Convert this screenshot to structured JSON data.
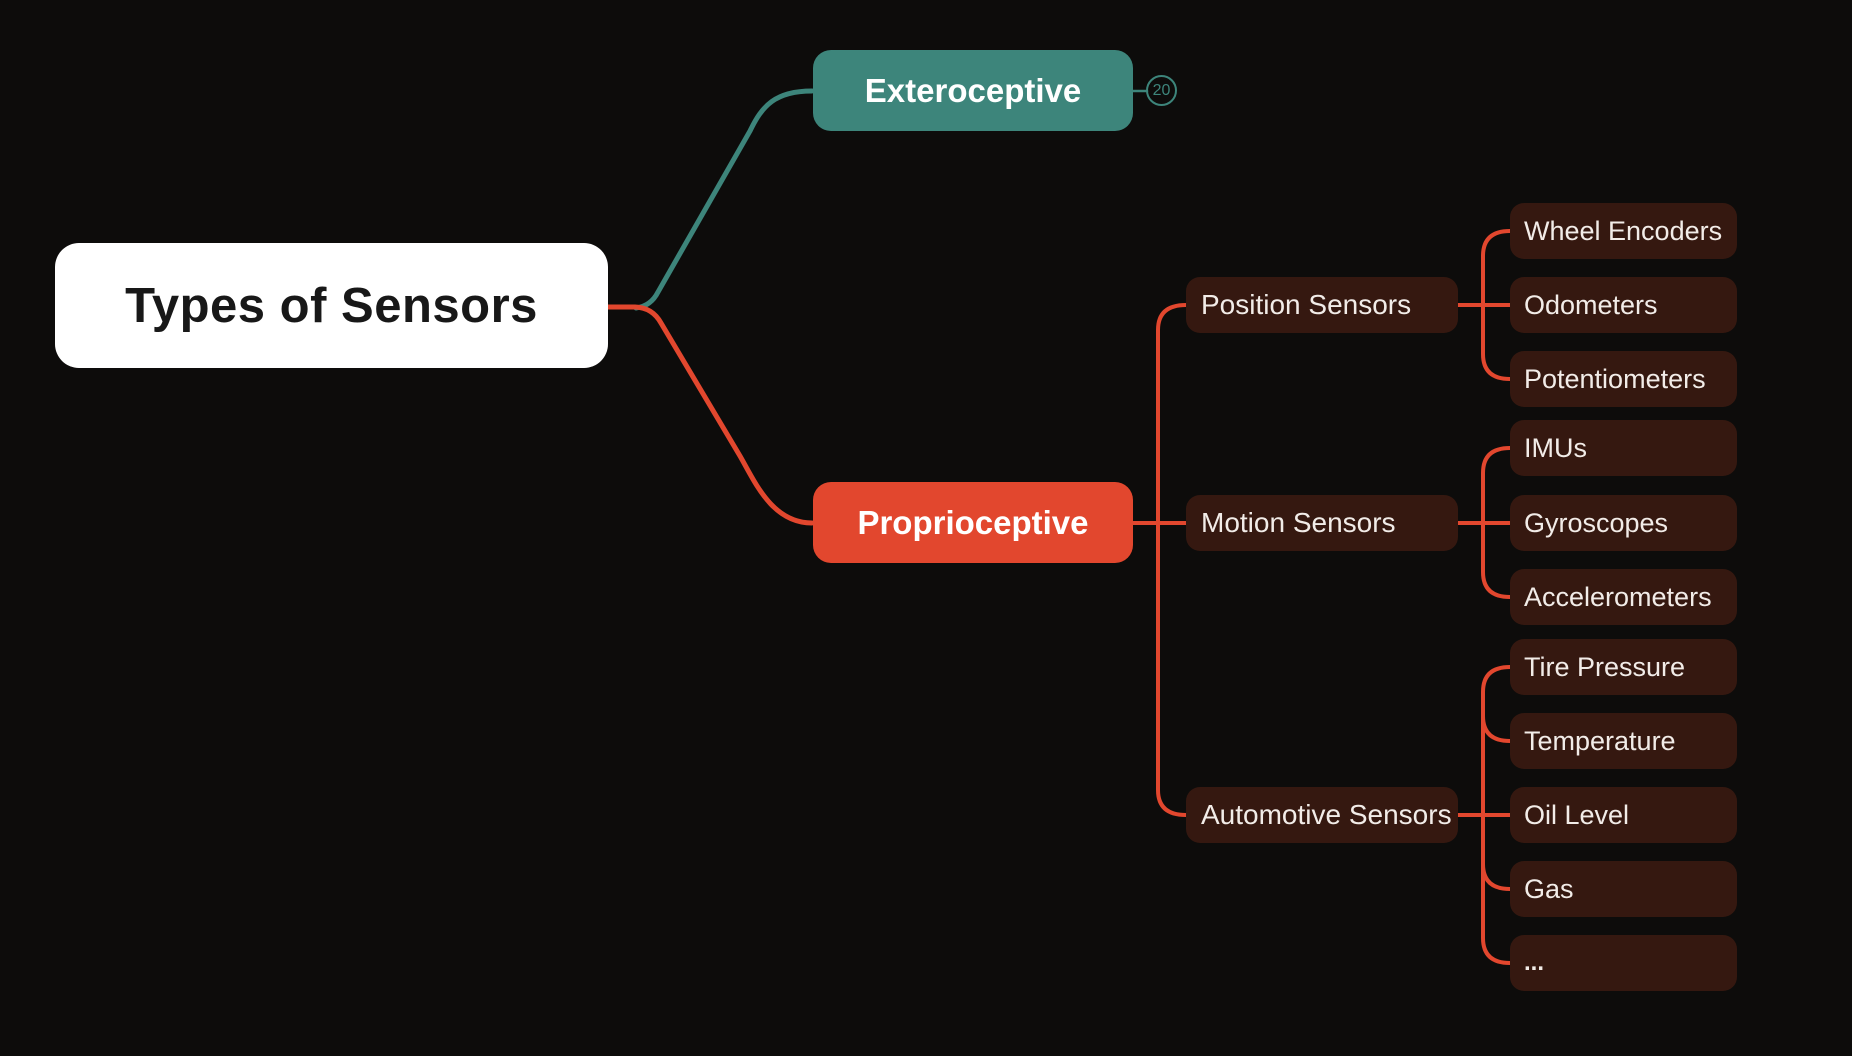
{
  "colors": {
    "background": "#0d0c0b",
    "root_bg": "#ffffff",
    "root_text": "#181818",
    "exteroceptive_branch": "#3d857b",
    "proprioceptive_branch": "#e2472e",
    "subtopic_bg": "#351810",
    "subtopic_text": "#f2ece8"
  },
  "root": {
    "label": "Types of Sensors"
  },
  "branches": [
    {
      "label": "Exteroceptive",
      "collapsed_count": "20",
      "children": []
    },
    {
      "label": "Proprioceptive",
      "children": [
        {
          "label": "Position Sensors",
          "children": [
            {
              "label": "Wheel Encoders"
            },
            {
              "label": "Odometers"
            },
            {
              "label": "Potentiometers"
            }
          ]
        },
        {
          "label": "Motion Sensors",
          "children": [
            {
              "label": "IMUs"
            },
            {
              "label": "Gyroscopes"
            },
            {
              "label": "Accelerometers"
            }
          ]
        },
        {
          "label": "Automotive Sensors",
          "children": [
            {
              "label": "Tire Pressure"
            },
            {
              "label": "Temperature"
            },
            {
              "label": "Oil Level"
            },
            {
              "label": "Gas"
            },
            {
              "label": "..."
            }
          ]
        }
      ]
    }
  ]
}
